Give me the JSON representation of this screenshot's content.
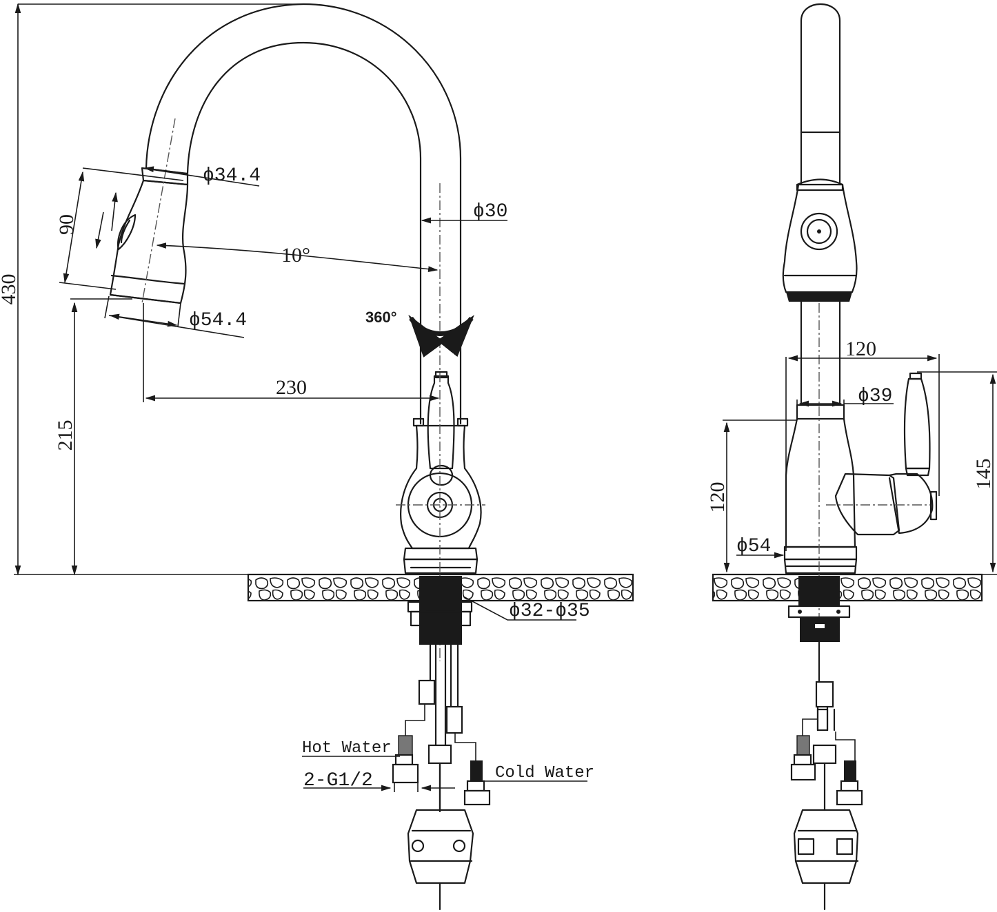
{
  "dimensions": {
    "overall_height": "430",
    "spout_reach": "230",
    "spout_outlet_height": "215",
    "head_length": "90",
    "angle": "10°",
    "rotation": "360°",
    "head_top_diameter": "ϕ34.4",
    "head_outlet_diameter": "ϕ54.4",
    "spout_diameter": "ϕ30",
    "hole_diameter": "ϕ32-ϕ35",
    "side_width": "120",
    "neck_diameter": "ϕ39",
    "body_height": "120",
    "handle_height": "145",
    "base_diameter": "ϕ54"
  },
  "labels": {
    "hot_water": "Hot Water",
    "cold_water": "Cold Water",
    "connection": "2-G1/2"
  }
}
